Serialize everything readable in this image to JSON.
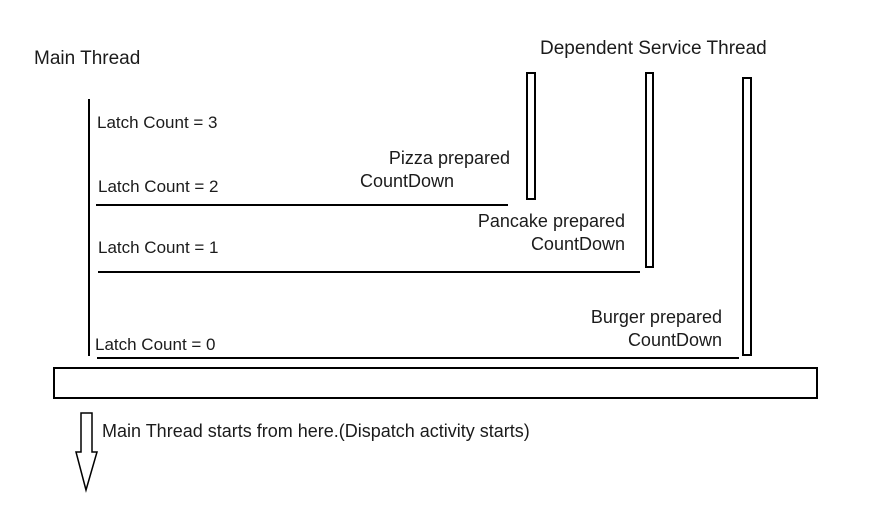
{
  "diagram": {
    "title_implicit": "CountDownLatch sequence diagram",
    "colors": {
      "background": "#ffffff",
      "stroke": "#000000",
      "text": "#1b1b1b"
    },
    "main_thread": {
      "label": "Main Thread"
    },
    "dependent_thread": {
      "label": "Dependent Service Thread"
    },
    "latches": [
      {
        "label": "Latch Count = 3"
      },
      {
        "label": "Latch Count = 2"
      },
      {
        "label": "Latch Count = 1"
      },
      {
        "label": "Latch Count = 0"
      }
    ],
    "events": [
      {
        "name": "Pizza prepared",
        "action": "CountDown"
      },
      {
        "name": "Pancake prepared",
        "action": "CountDown"
      },
      {
        "name": "Burger prepared",
        "action": "CountDown"
      }
    ],
    "footer_note": "Main Thread starts from here.(Dispatch activity starts)"
  }
}
